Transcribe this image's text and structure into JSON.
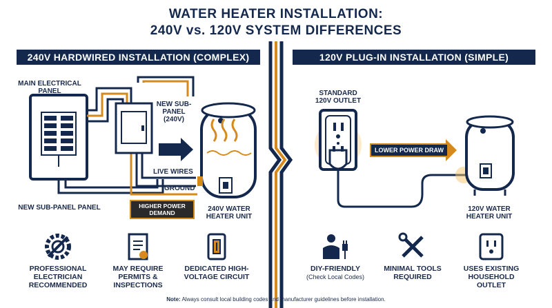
{
  "title_line1": "WATER HEATER INSTALLATION:",
  "title_line2": "240V vs. 120V SYSTEM DIFFERENCES",
  "left": {
    "banner": "240V HARDWIRED INSTALLATION (COMPLEX)",
    "main_panel": "MAIN ELECTRICAL PANEL",
    "new_subpanel_callout": "NEW SUB-PANEL (240V)",
    "new_subpanel_bottom": "NEW SUB-PANEL PANEL",
    "live_wires": "LIVE WIRES",
    "ground": "GROUND",
    "higher_power": "HIGHER POWER DEMAND",
    "unit_label": "240V WATER HEATER UNIT",
    "icons": [
      {
        "name": "gear-wrench-icon",
        "caption": "PROFESSIONAL ELECTRICIAN RECOMMENDED"
      },
      {
        "name": "permit-document-icon",
        "caption": "MAY REQUIRE PERMITS & INSPECTIONS"
      },
      {
        "name": "breaker-switch-icon",
        "caption": "DEDICATED HIGH-VOLTAGE CIRCUIT"
      }
    ]
  },
  "right": {
    "banner": "120V PLUG-IN INSTALLATION (SIMPLE)",
    "outlet_label": "STANDARD 120V OUTLET",
    "lower_power": "LOWER POWER DRAW",
    "unit_label": "120V WATER HEATER UNIT",
    "icons": [
      {
        "name": "person-plug-icon",
        "caption": "DIY-FRIENDLY",
        "sub": "(Check Local Codes)"
      },
      {
        "name": "tools-icon",
        "caption": "MINIMAL TOOLS REQUIRED"
      },
      {
        "name": "outlet-icon",
        "caption": "USES EXISTING HOUSEHOLD OUTLET"
      }
    ]
  },
  "note_bold": "Note:",
  "note_text": " Always consult local building codes and manufacturer guidelines before installation.",
  "colors": {
    "navy": "#13284c",
    "orange": "#d68a1c",
    "glow": "#f6c66a"
  }
}
